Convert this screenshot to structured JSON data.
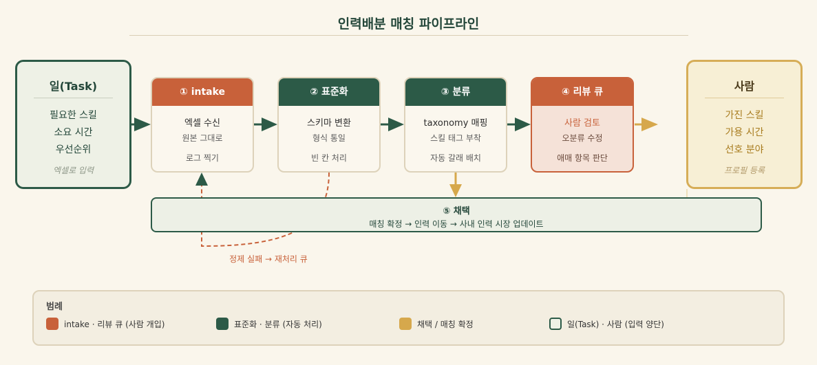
{
  "title": "인력배분 매칭 파이프라인",
  "task": {
    "title": "일(Task)",
    "lines": [
      "필요한 스킬",
      "소요 시간",
      "우선순위"
    ],
    "note": "엑셀로 입력"
  },
  "person": {
    "title": "사람",
    "lines": [
      "가진 스킬",
      "가용 시간",
      "선호 분야"
    ],
    "note": "프로필 등록"
  },
  "stages": [
    {
      "header": "① intake",
      "line1": "엑셀 수신",
      "line2": "원본 그대로",
      "line3": "로그 찍기"
    },
    {
      "header": "② 표준화",
      "line1": "스키마 변환",
      "line2": "형식 통일",
      "line3": "빈 칸 처리"
    },
    {
      "header": "③ 분류",
      "line1": "taxonomy 매핑",
      "line2": "스킬 태그 부착",
      "line3": "자동 갈래 배치"
    },
    {
      "header": "④ 리뷰 큐",
      "line1": "사람 검토",
      "line2": "오분류 수정",
      "line3": "애매 항목 판단"
    }
  ],
  "adopt": {
    "title": "⑤ 채택",
    "subtitle": "매칭 확정 → 인력 이동 → 사내 인력 시장 업데이트"
  },
  "fail_label": "정제 실패 → 재처리 큐",
  "legend": {
    "title": "범례",
    "items": [
      {
        "label": "intake · 리뷰 큐 (사람 개입)",
        "color": "#c8613a"
      },
      {
        "label": "표준화 · 분류 (자동 처리)",
        "color": "#2c5a47"
      },
      {
        "label": "채택 / 매칭 확정",
        "color": "#d6a84c"
      },
      {
        "label": "일(Task) · 사람 (입력 양단)",
        "color": "#eef1e6"
      }
    ]
  },
  "colors": {
    "human": "#c8613a",
    "auto": "#2c5a47",
    "adopt": "#d6a84c",
    "background": "#faf6ec"
  }
}
